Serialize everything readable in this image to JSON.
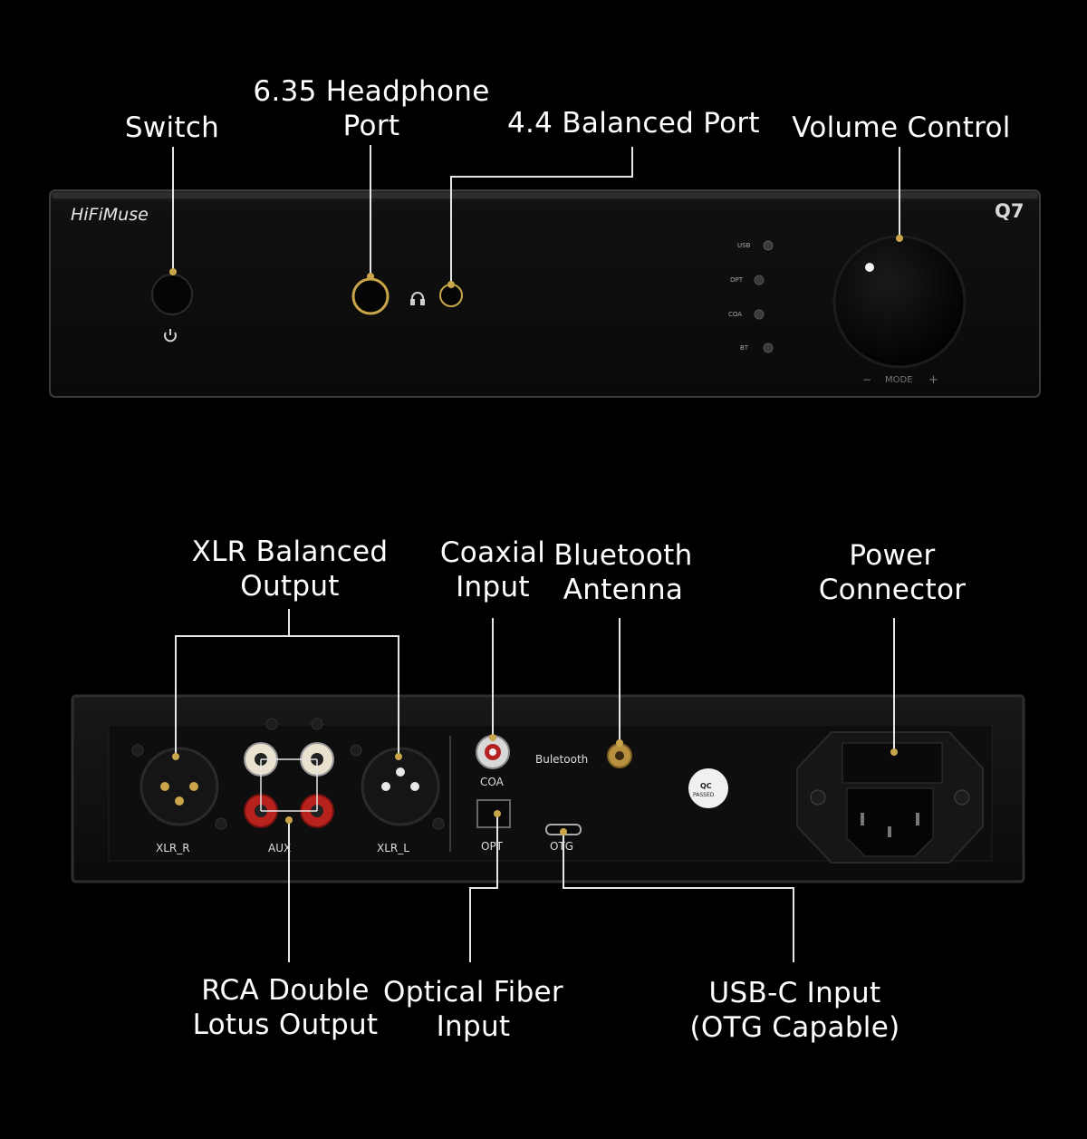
{
  "labels": {
    "switch": "Switch",
    "headphone_port_line1": "6.35 Headphone",
    "headphone_port_line2": "Port",
    "balanced_port": "4.4 Balanced Port",
    "volume_control": "Volume Control",
    "xlr_output_line1": "XLR Balanced",
    "xlr_output_line2": "Output",
    "coaxial_input_line1": "Coaxial",
    "coaxial_input_line2": "Input",
    "bluetooth_antenna_line1": "Bluetooth",
    "bluetooth_antenna_line2": "Antenna",
    "power_connector_line1": "Power",
    "power_connector_line2": "Connector",
    "rca_output_line1": "RCA Double",
    "rca_output_line2": "Lotus Output",
    "optical_input_line1": "Optical Fiber",
    "optical_input_line2": "Input",
    "usbc_input_line1": "USB-C Input",
    "usbc_input_line2": "(OTG Capable)"
  },
  "front_panel": {
    "brand": "HiFiMuse",
    "model": "Q7",
    "indicators": [
      "USB",
      "OPT",
      "COA",
      "BT"
    ],
    "knob_minus": "−",
    "knob_mode": "MODE",
    "knob_plus": "+"
  },
  "rear_panel": {
    "xlr_r": "XLR_R",
    "aux": "AUX",
    "xlr_l": "XLR_L",
    "coa": "COA",
    "opt": "OPT",
    "otg": "OTG",
    "bluetooth": "Buletooth",
    "qc_sticker_line1": "QC",
    "qc_sticker_line2": "PASSED"
  },
  "colors": {
    "background": "#000000",
    "panel": "#141414",
    "gold": "#c9a64a",
    "callout_line": "#e6e6e6"
  }
}
